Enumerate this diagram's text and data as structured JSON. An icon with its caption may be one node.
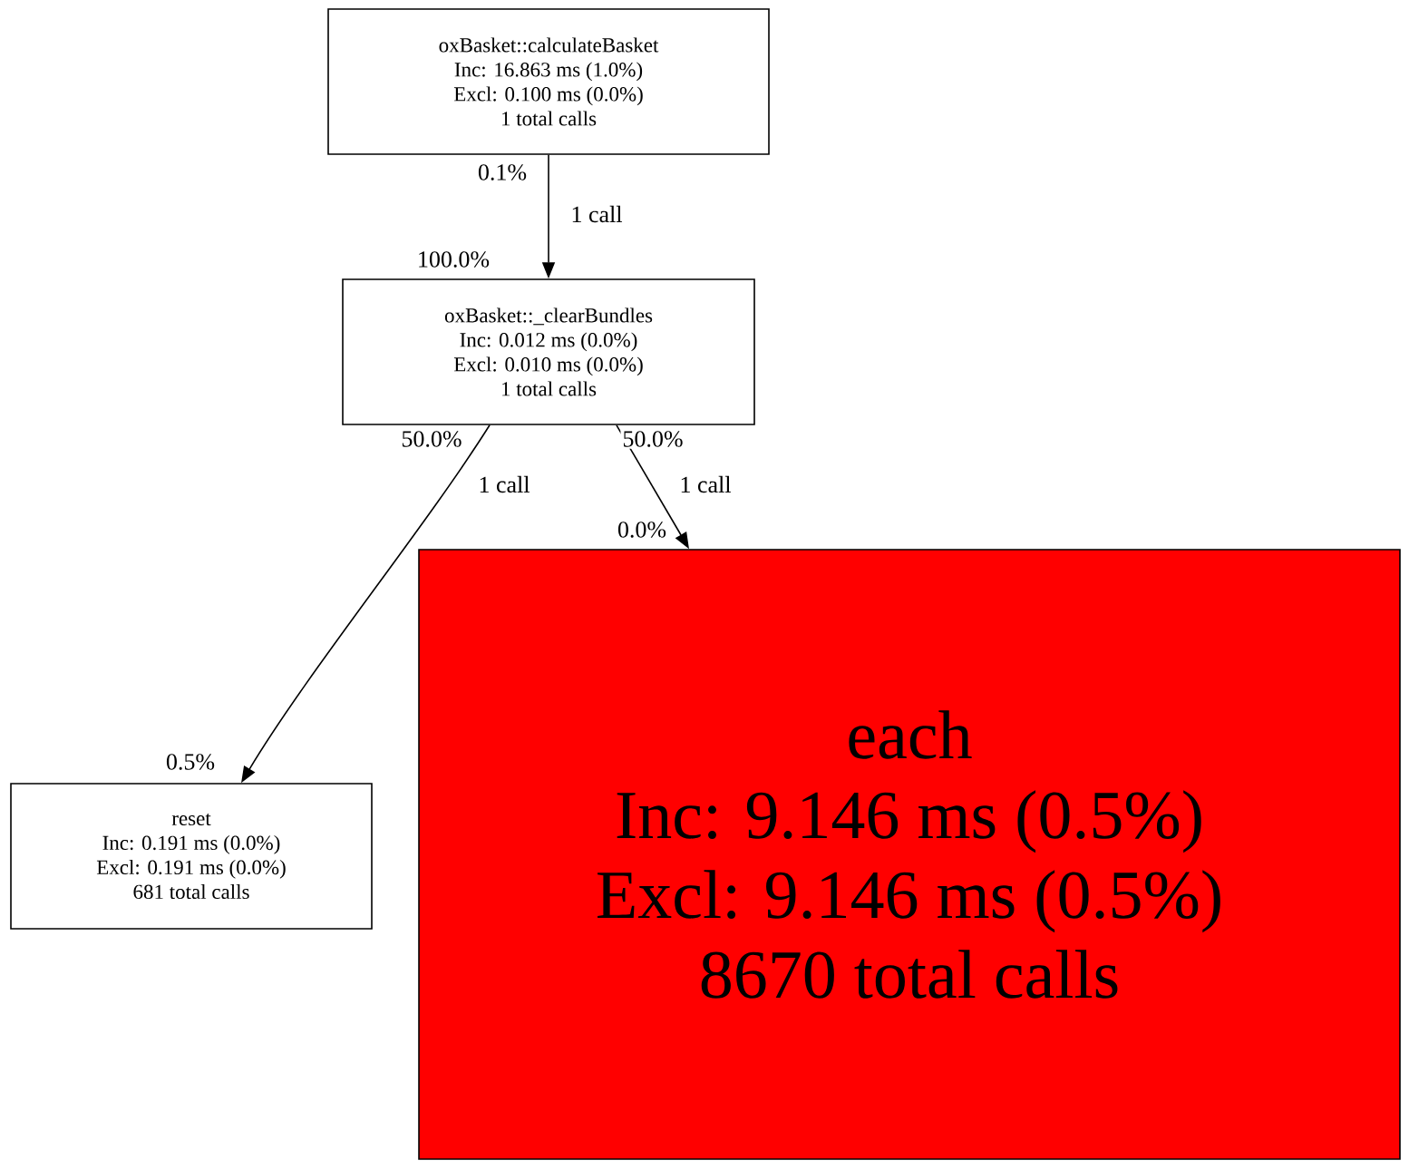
{
  "diagram": {
    "nodes": [
      {
        "text": [
          "oxBasket::calculateBasket",
          "Inc: 16.863 ms (1.0%)",
          "Excl: 0.100 ms (0.0%)",
          "1 total calls"
        ]
      },
      {
        "text": [
          "oxBasket::_clearBundles",
          "Inc: 0.012 ms (0.0%)",
          "Excl: 0.010 ms (0.0%)",
          "1 total calls"
        ]
      },
      {
        "text": [
          "reset",
          "Inc: 0.191 ms (0.0%)",
          "Excl: 0.191 ms (0.0%)",
          "681 total calls"
        ]
      },
      {
        "text": [
          "each",
          "Inc: 9.146 ms (0.5%)",
          "Excl: 9.146 ms (0.5%)",
          "8670 total calls"
        ]
      }
    ],
    "edges": [
      {
        "from": 0,
        "to": 1,
        "arrow": "to",
        "label": "1 call"
      },
      {
        "from": 1,
        "to": 2,
        "arrow": "to",
        "label": "1 call"
      },
      {
        "from": 1,
        "to": 3,
        "arrow": "to",
        "label": "1 call"
      }
    ],
    "labels": [
      "0.1%",
      "100.0%",
      "50.0%",
      "50.0%",
      "0.0%",
      "0.5%"
    ]
  }
}
